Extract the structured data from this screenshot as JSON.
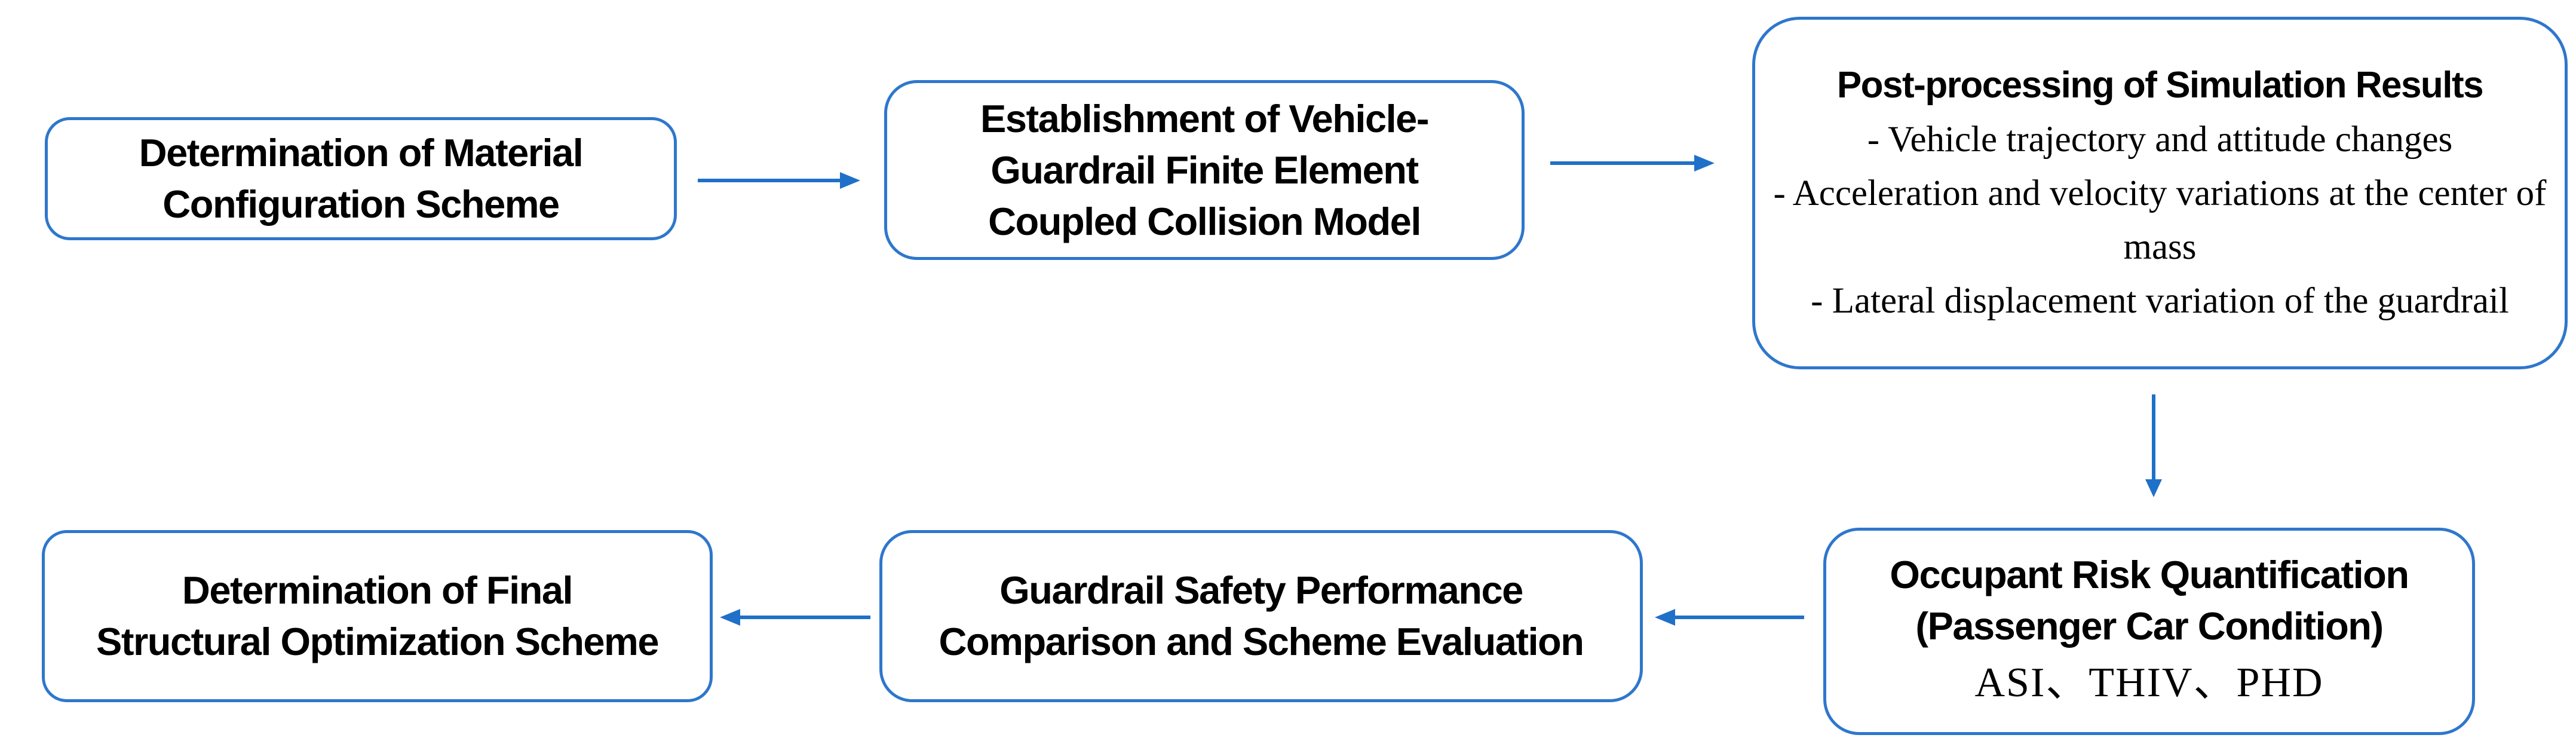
{
  "diagram": {
    "type": "flowchart",
    "background_color": "#ffffff",
    "box_border_color": "#2E77CC",
    "arrow_color": "#1F70C8",
    "text_color": "#000000"
  },
  "boxes": {
    "material_configuration": {
      "lines": [
        "Determination of Material",
        "Configuration Scheme"
      ]
    },
    "fe_collision_model": {
      "lines": [
        "Establishment of Vehicle-",
        "Guardrail Finite Element",
        "Coupled Collision Model"
      ]
    },
    "post_processing": {
      "title": "Post-processing of Simulation Results",
      "bullets": [
        "- Vehicle trajectory and attitude changes",
        "- Acceleration and velocity variations at the center of mass",
        "- Lateral displacement variation of the guardrail"
      ]
    },
    "occupant_risk": {
      "lines": [
        "Occupant Risk Quantification",
        "(Passenger Car Condition)"
      ],
      "metrics": "ASI、THIV、PHD"
    },
    "safety_evaluation": {
      "lines": [
        "Guardrail Safety Performance",
        "Comparison and Scheme Evaluation"
      ]
    },
    "final_scheme": {
      "lines": [
        "Determination of Final",
        "Structural Optimization Scheme"
      ]
    }
  },
  "arrows": [
    {
      "from": "material_configuration",
      "to": "fe_collision_model",
      "direction": "right"
    },
    {
      "from": "fe_collision_model",
      "to": "post_processing",
      "direction": "right"
    },
    {
      "from": "post_processing",
      "to": "occupant_risk",
      "direction": "down"
    },
    {
      "from": "occupant_risk",
      "to": "safety_evaluation",
      "direction": "left"
    },
    {
      "from": "safety_evaluation",
      "to": "final_scheme",
      "direction": "left"
    }
  ]
}
